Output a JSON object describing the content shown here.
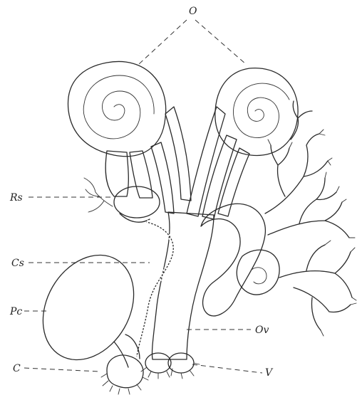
{
  "labels": {
    "ovaries": "O",
    "receptaculum_seminis": "Rs",
    "canal_seminal": "Cs",
    "pouch": "Pc",
    "c_organ": "C",
    "oviduct": "Ov",
    "vagina": "V"
  },
  "colors": {
    "ink": "#2a2a2a",
    "background": "#ffffff"
  }
}
